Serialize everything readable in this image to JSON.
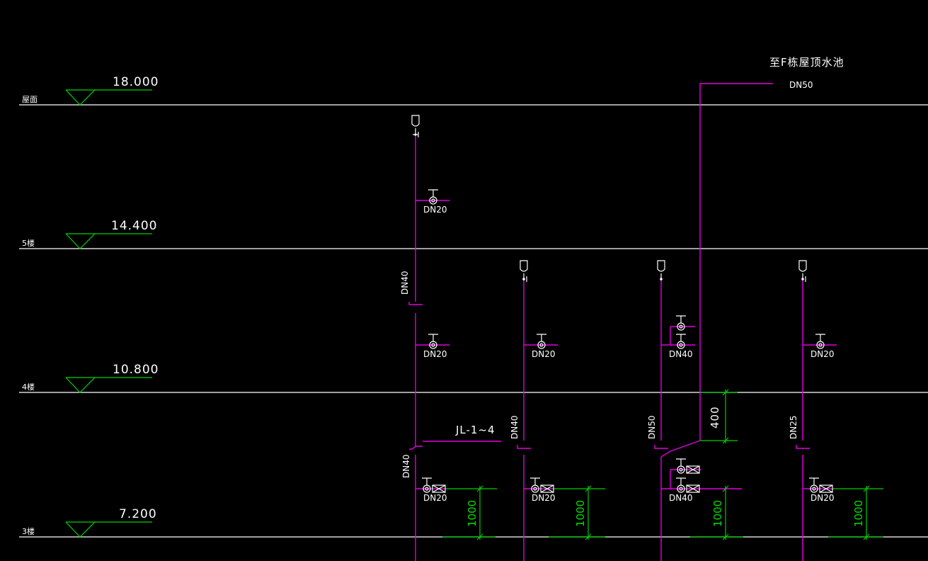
{
  "floors": [
    {
      "name": "屋面",
      "elevation": "18.000"
    },
    {
      "name": "5楼",
      "elevation": "14.400"
    },
    {
      "name": "4楼",
      "elevation": "10.800"
    },
    {
      "name": "3楼",
      "elevation": "7.200"
    }
  ],
  "roof_tank_label": "至F栋屋顶水池",
  "roof_pipe_size": "DN50",
  "riser_label": "JL-1~4",
  "risers": {
    "r1": {
      "size_upper": "DN40",
      "size_lower": "DN40",
      "branch_5f": "DN20",
      "branch_4f": "DN20",
      "branch_3f": "DN20"
    },
    "r2": {
      "size": "DN40",
      "branch_4f": "DN20",
      "branch_3f": "DN20"
    },
    "r3": {
      "size": "DN50",
      "branch_4f": "DN40",
      "branch_3f": "DN40"
    },
    "r4": {
      "size": "DN25",
      "branch_4f": "DN20",
      "branch_3f": "DN20"
    }
  },
  "dimensions": {
    "offset": "400",
    "height": "1000"
  },
  "colors": {
    "pipe": "#e000e0",
    "line": "#ffffff",
    "dim": "#00d000",
    "background": "#000000"
  }
}
